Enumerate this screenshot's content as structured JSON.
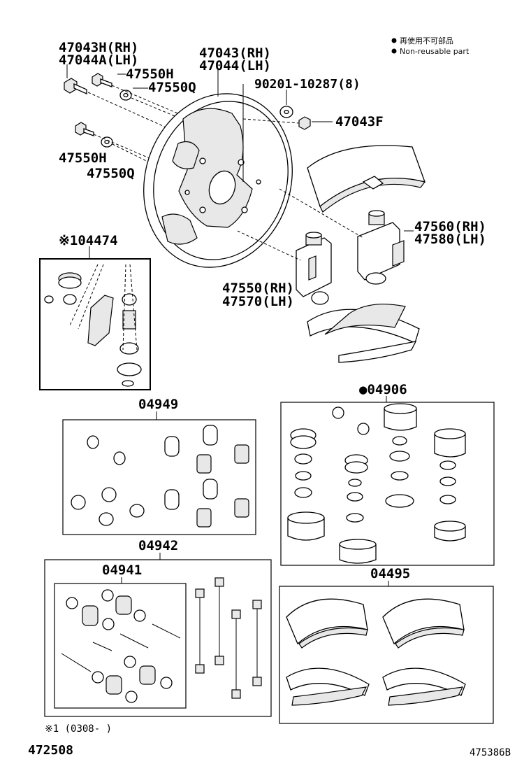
{
  "legend": {
    "line1": "再使用不可部品",
    "line2": "Non-reusable part"
  },
  "labels": {
    "p47043h": "47043H(RH)",
    "p47044a": "47044A(LH)",
    "p47043": "47043(RH)",
    "p47044": "47044(LH)",
    "p47550h_top": "47550H",
    "p47550q_top": "47550Q",
    "p90201": "90201-10287(8)",
    "p47043f": "47043F",
    "p47550h_bot": "47550H",
    "p47550q_bot": "47550Q",
    "p04474": "※104474",
    "p47560": "47560(RH)",
    "p47580": "47580(LH)",
    "p47550": "47550(RH)",
    "p47570": "47570(LH)",
    "p04906": "●04906",
    "p04949": "04949",
    "p04942": "04942",
    "p04941": "04941",
    "p04495": "04495",
    "footnote": "※1 (0308-    )",
    "code_left": "472508",
    "code_right": "475386B"
  }
}
